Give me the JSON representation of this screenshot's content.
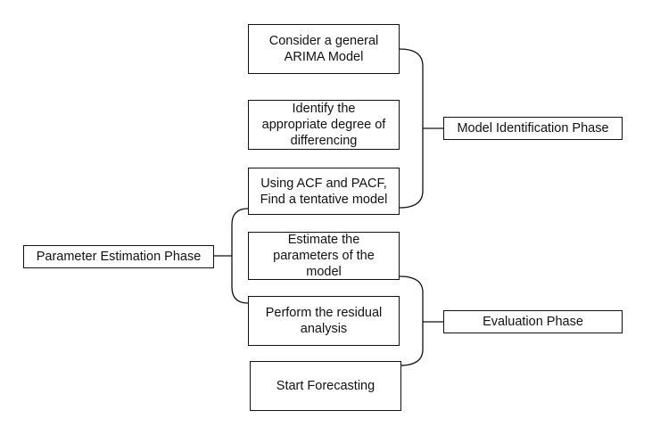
{
  "steps": [
    {
      "id": "step-1",
      "lines": [
        "Consider a general",
        "ARIMA Model"
      ]
    },
    {
      "id": "step-2",
      "lines": [
        "Identify the",
        "appropriate degree of",
        "differencing"
      ]
    },
    {
      "id": "step-3",
      "lines": [
        "Using ACF and PACF,",
        "Find a tentative model"
      ]
    },
    {
      "id": "step-4",
      "lines": [
        "Estimate the",
        "parameters of the",
        "model"
      ]
    },
    {
      "id": "step-5",
      "lines": [
        "Perform the residual",
        "analysis"
      ]
    },
    {
      "id": "step-6",
      "lines": [
        "Start Forecasting"
      ]
    }
  ],
  "phases": {
    "model_identification": "Model Identification Phase",
    "parameter_estimation": "Parameter Estimation Phase",
    "evaluation": "Evaluation Phase"
  }
}
